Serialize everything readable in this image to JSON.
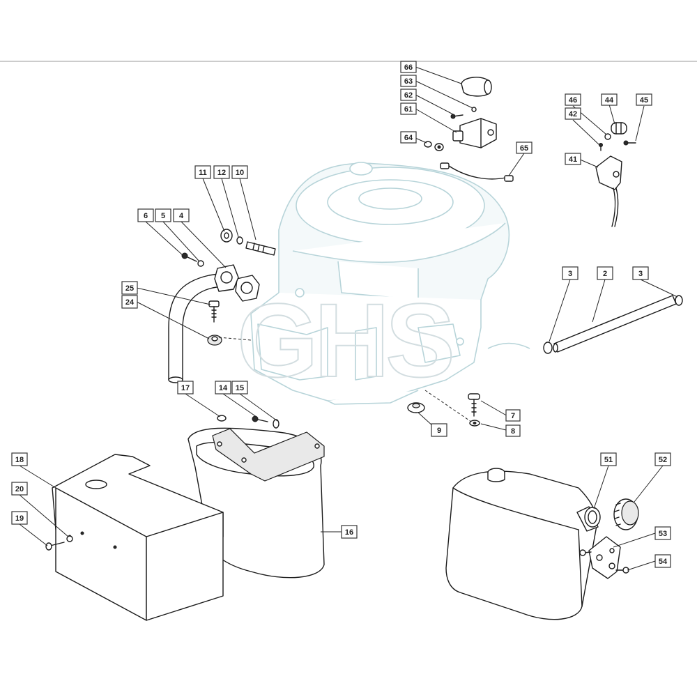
{
  "watermark": "GHS",
  "callouts": {
    "c66": "66",
    "c63": "63",
    "c62": "62",
    "c61": "61",
    "c64": "64",
    "c65": "65",
    "c46": "46",
    "c44": "44",
    "c45": "45",
    "c42": "42",
    "c41": "41",
    "c11": "11",
    "c12": "12",
    "c10": "10",
    "c6": "6",
    "c5": "5",
    "c4": "4",
    "c25": "25",
    "c24": "24",
    "c3a": "3",
    "c2": "2",
    "c3b": "3",
    "c17": "17",
    "c14": "14",
    "c15": "15",
    "c7": "7",
    "c8": "8",
    "c9": "9",
    "c18": "18",
    "c20": "20",
    "c19": "19",
    "c16": "16",
    "c51": "51",
    "c52": "52",
    "c53": "53",
    "c54": "54"
  },
  "colors": {
    "engine_outline": "#b7d4d9",
    "line": "#1a1a1a",
    "watermark": "#d2dde0"
  }
}
